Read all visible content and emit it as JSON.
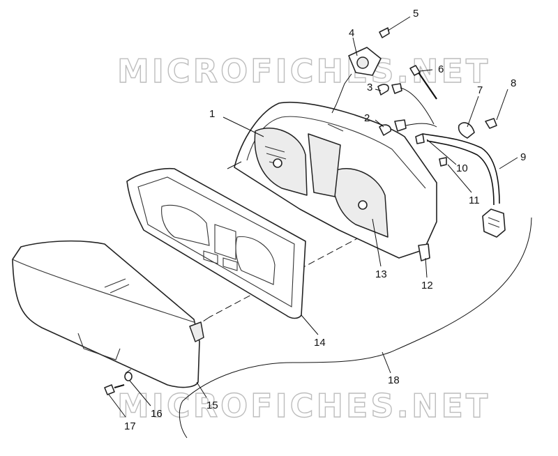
{
  "watermark": {
    "top_text": "MICROFICHES.NET",
    "bottom_text": "MICROFICHES.NET"
  },
  "callouts": [
    {
      "id": "c1",
      "label": "1"
    },
    {
      "id": "c2",
      "label": "2"
    },
    {
      "id": "c3",
      "label": "3"
    },
    {
      "id": "c4",
      "label": "4"
    },
    {
      "id": "c5",
      "label": "5"
    },
    {
      "id": "c6",
      "label": "6"
    },
    {
      "id": "c7",
      "label": "7"
    },
    {
      "id": "c8",
      "label": "8"
    },
    {
      "id": "c9",
      "label": "9"
    },
    {
      "id": "c10",
      "label": "10"
    },
    {
      "id": "c11",
      "label": "11"
    },
    {
      "id": "c12",
      "label": "12"
    },
    {
      "id": "c13",
      "label": "13"
    },
    {
      "id": "c14",
      "label": "14"
    },
    {
      "id": "c15",
      "label": "15"
    },
    {
      "id": "c16",
      "label": "16"
    },
    {
      "id": "c17",
      "label": "17"
    },
    {
      "id": "c18",
      "label": "18"
    }
  ]
}
